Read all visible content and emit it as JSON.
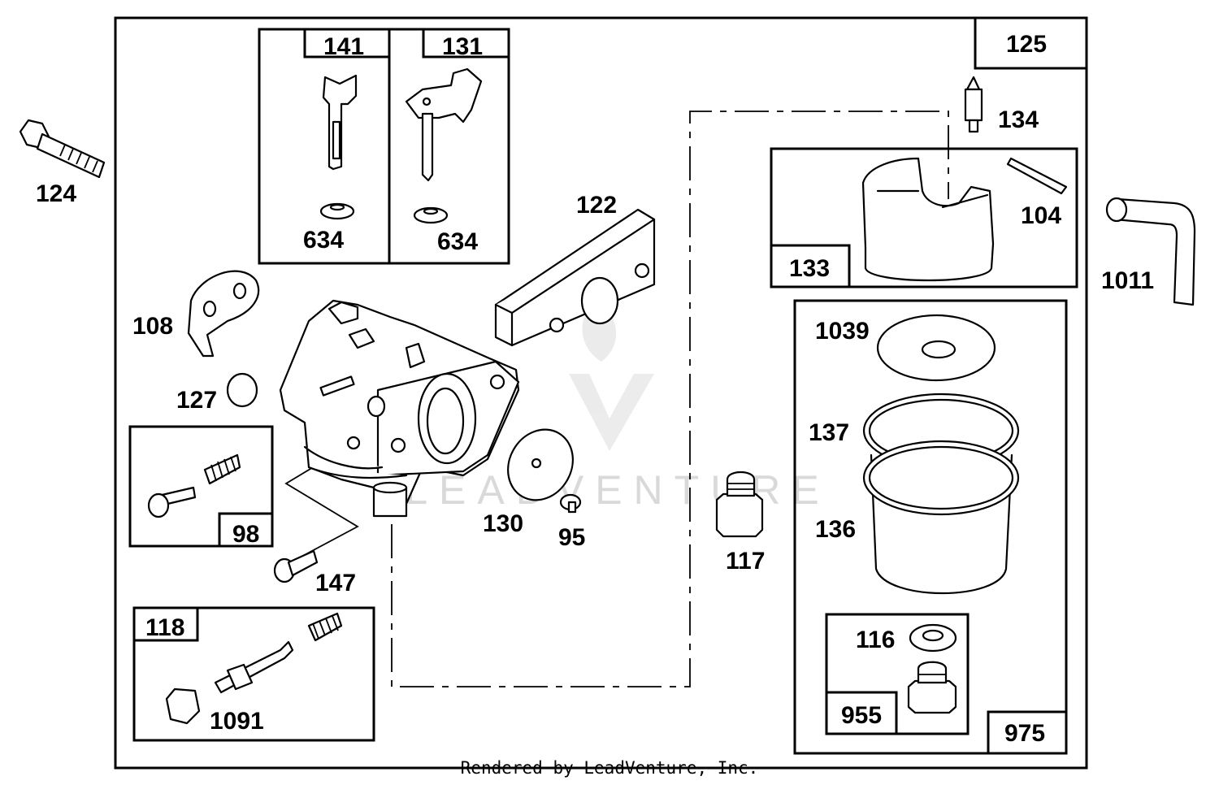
{
  "diagram": {
    "credit": "Rendered by LeadVenture, Inc.",
    "watermark": "LEADVENTURE",
    "callouts": {
      "p124": "124",
      "p141": "141",
      "p131": "131",
      "p634a": "634",
      "p634b": "634",
      "p125": "125",
      "p134": "134",
      "p104": "104",
      "p133": "133",
      "p1011": "1011",
      "p122": "122",
      "p108": "108",
      "p127": "127",
      "p98": "98",
      "p147": "147",
      "p130": "130",
      "p95": "95",
      "p117": "117",
      "p118": "118",
      "p1091": "1091",
      "p1039": "1039",
      "p137": "137",
      "p136": "136",
      "p116": "116",
      "p955": "955",
      "p975": "975"
    }
  }
}
